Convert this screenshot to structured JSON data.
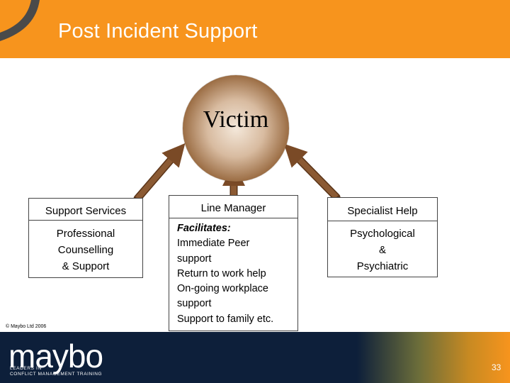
{
  "header": {
    "title": "Post Incident Support"
  },
  "diagram": {
    "center": {
      "label": "Victim"
    },
    "boxes": [
      {
        "title": "Support Services",
        "lines": [
          "Professional",
          "Counselling",
          "& Support"
        ]
      },
      {
        "title": "Line Manager",
        "lead": "Facilitates:",
        "lines": [
          "Immediate Peer",
          "support",
          "Return to work help",
          "On-going workplace",
          "support",
          "Support to family etc."
        ]
      },
      {
        "title": "Specialist Help",
        "lines": [
          "Psychological",
          "&",
          "Psychiatric"
        ]
      }
    ]
  },
  "footer": {
    "logo": "maybo",
    "tagline_line1": "LEADERS IN",
    "tagline_line2": "CONFLICT MANAGEMENT TRAINING",
    "copyright": "© Maybo Ltd 2006",
    "page_number": "33"
  },
  "colors": {
    "header": "#f7941d",
    "arrow": "#7a4a26",
    "footer": "#0d1f3a"
  }
}
